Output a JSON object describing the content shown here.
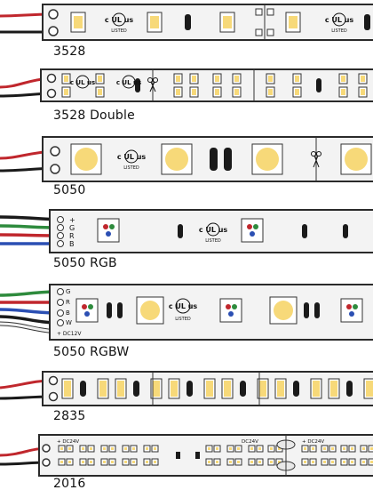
{
  "colors": {
    "strip_fill": "#f3f3f3",
    "strip_border": "#2a2a2a",
    "led_yellow": "#f7d979",
    "led_pad": "#ffffff",
    "wire_red": "#c0272d",
    "wire_black": "#1a1a1a",
    "wire_green": "#2e8b3d",
    "wire_blue": "#2b4fb3",
    "wire_white": "#f0f0f0"
  },
  "icons": {
    "certification": "ul-listed-mark",
    "cut_mark": "scissors-icon",
    "resistor": "resistor-chip"
  },
  "certification": {
    "line1": "c UL us",
    "line2": "LISTED"
  },
  "strips": [
    {
      "label": "3528",
      "wires": [
        "wire_red",
        "wire_black"
      ],
      "pads": []
    },
    {
      "label": "3528 Double",
      "wires": [
        "wire_red",
        "wire_black"
      ],
      "pads": []
    },
    {
      "label": "5050",
      "wires": [
        "wire_red",
        "wire_black"
      ],
      "pads": []
    },
    {
      "label": "5050 RGB",
      "wires": [
        "wire_black",
        "wire_green",
        "wire_red",
        "wire_blue"
      ],
      "pads": [
        "+",
        "G",
        "R",
        "B"
      ]
    },
    {
      "label": "5050 RGBW",
      "wires": [
        "wire_green",
        "wire_red",
        "wire_blue",
        "wire_black",
        "wire_white"
      ],
      "pads": [
        "G",
        "R",
        "B",
        "W",
        "+ DC12V"
      ]
    },
    {
      "label": "2835",
      "wires": [
        "wire_red",
        "wire_black"
      ],
      "pads": []
    },
    {
      "label": "2016",
      "wires": [
        "wire_red",
        "wire_black"
      ],
      "pads": [
        "+ DC24V",
        "DC24V",
        "+ DC24V"
      ]
    }
  ]
}
